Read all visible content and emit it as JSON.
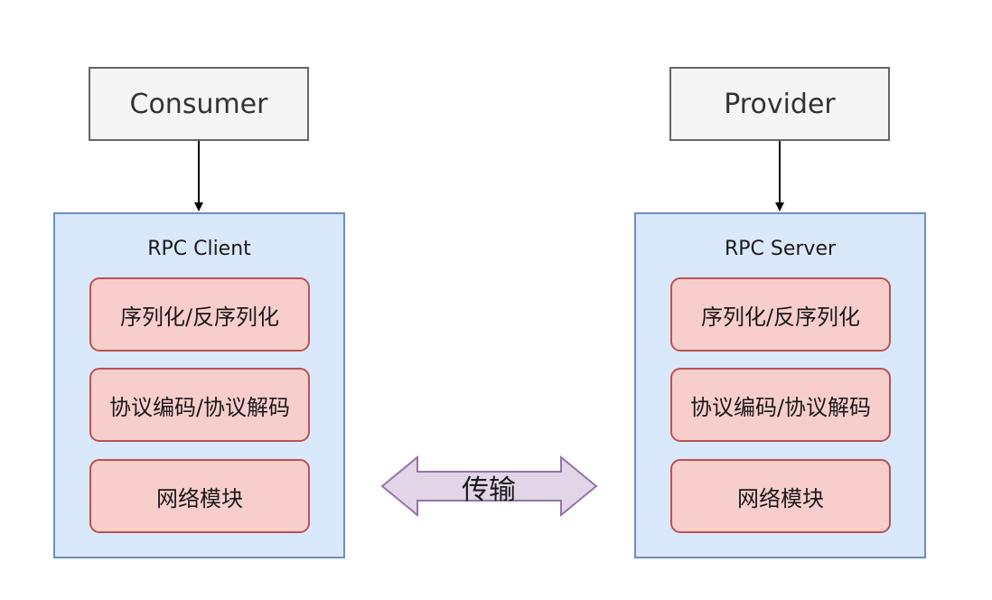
{
  "consumer": {
    "label": "Consumer"
  },
  "provider": {
    "label": "Provider"
  },
  "client": {
    "title": "RPC Client",
    "modules": [
      "序列化/反序列化",
      "协议编码/协议解码",
      "网络模块"
    ]
  },
  "server": {
    "title": "RPC Server",
    "modules": [
      "序列化/反序列化",
      "协议编码/协议解码",
      "网络模块"
    ]
  },
  "transport": {
    "label": "传输"
  },
  "colors": {
    "actor_fill": "#f5f5f5",
    "actor_stroke": "#666666",
    "container_fill": "#dae8fc",
    "container_stroke": "#6c8ebf",
    "module_fill": "#f8cecc",
    "module_stroke": "#b85450",
    "transport_arrow_fill": "#e1d5e7",
    "transport_arrow_stroke": "#9673a6"
  }
}
